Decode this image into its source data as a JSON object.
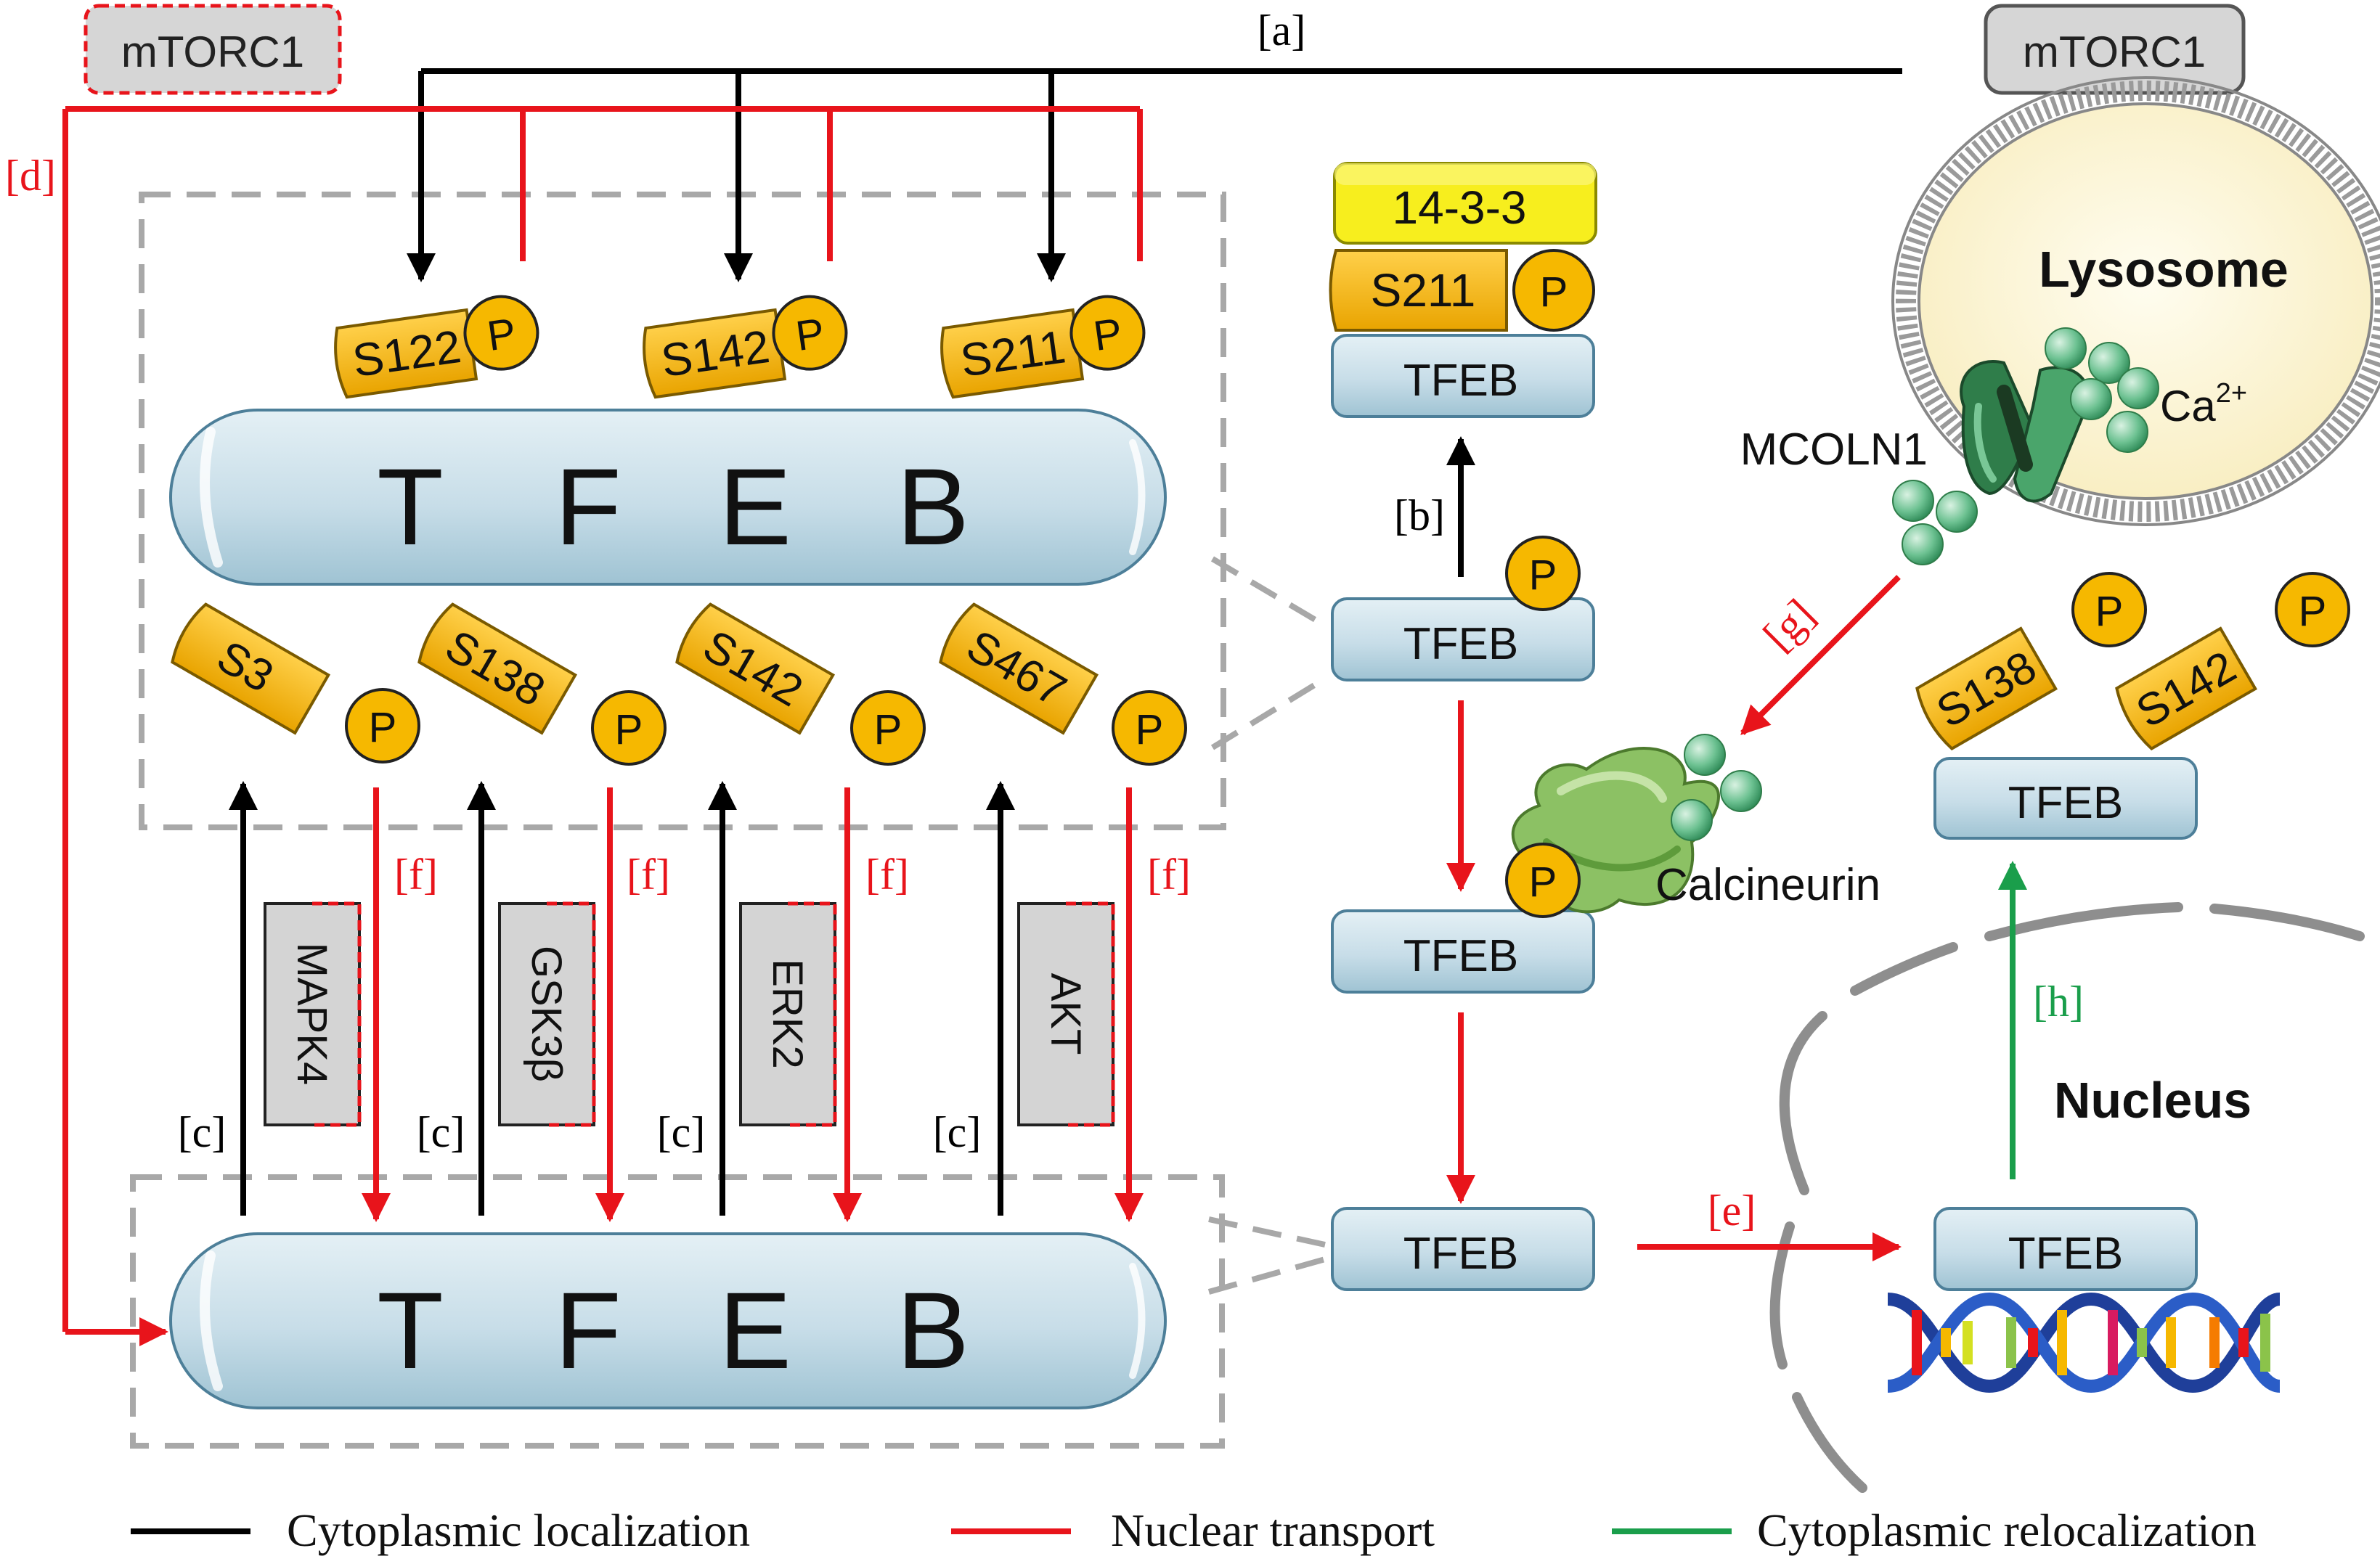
{
  "labels": {
    "mtorc1_left": "mTORC1",
    "mtorc1_right": "mTORC1",
    "a": "[a]",
    "b": "[b]",
    "d": "[d]",
    "e": "[e]",
    "g": "[g]",
    "h": "[h]",
    "c": "[c]",
    "f": "[f]",
    "lysosome": "Lysosome",
    "mcoln1": "MCOLN1",
    "ca": "Ca",
    "ca_sup": "2+",
    "calcineurin": "Calcineurin",
    "nucleus": "Nucleus",
    "p": "P",
    "tfeb": "TFEB",
    "tfeb_letters": [
      "T",
      "F",
      "E",
      "B"
    ],
    "protein_1433": "14-3-3",
    "s211": "S211",
    "s138": "S138",
    "s142": "S142"
  },
  "top_sites": [
    "S122",
    "S142",
    "S211"
  ],
  "bottom_sites": [
    "S3",
    "S138",
    "S142",
    "S467"
  ],
  "kinases": [
    "MAPK4",
    "GSK3β",
    "ERK2",
    "AKT"
  ],
  "legend": [
    {
      "label": "Cytoplasmic localization",
      "color": "#000000"
    },
    {
      "label": "Nuclear transport",
      "color": "#e8141b"
    },
    {
      "label": "Cytoplasmic relocalization",
      "color": "#1a9e4b"
    }
  ],
  "colors": {
    "black_path": "#000000",
    "red_path": "#e8141b",
    "green_path": "#1a9e4b",
    "tfeb_fill": "#cfe3ec",
    "site_fill": "#f6b800",
    "yellow_1433": "#f7ee1e",
    "kinase_fill": "#d4d4d4",
    "lysosome_fill": "#fbf4d6",
    "calcineurin_fill": "#8cc164",
    "channel_fill": "#2f7d4a"
  }
}
